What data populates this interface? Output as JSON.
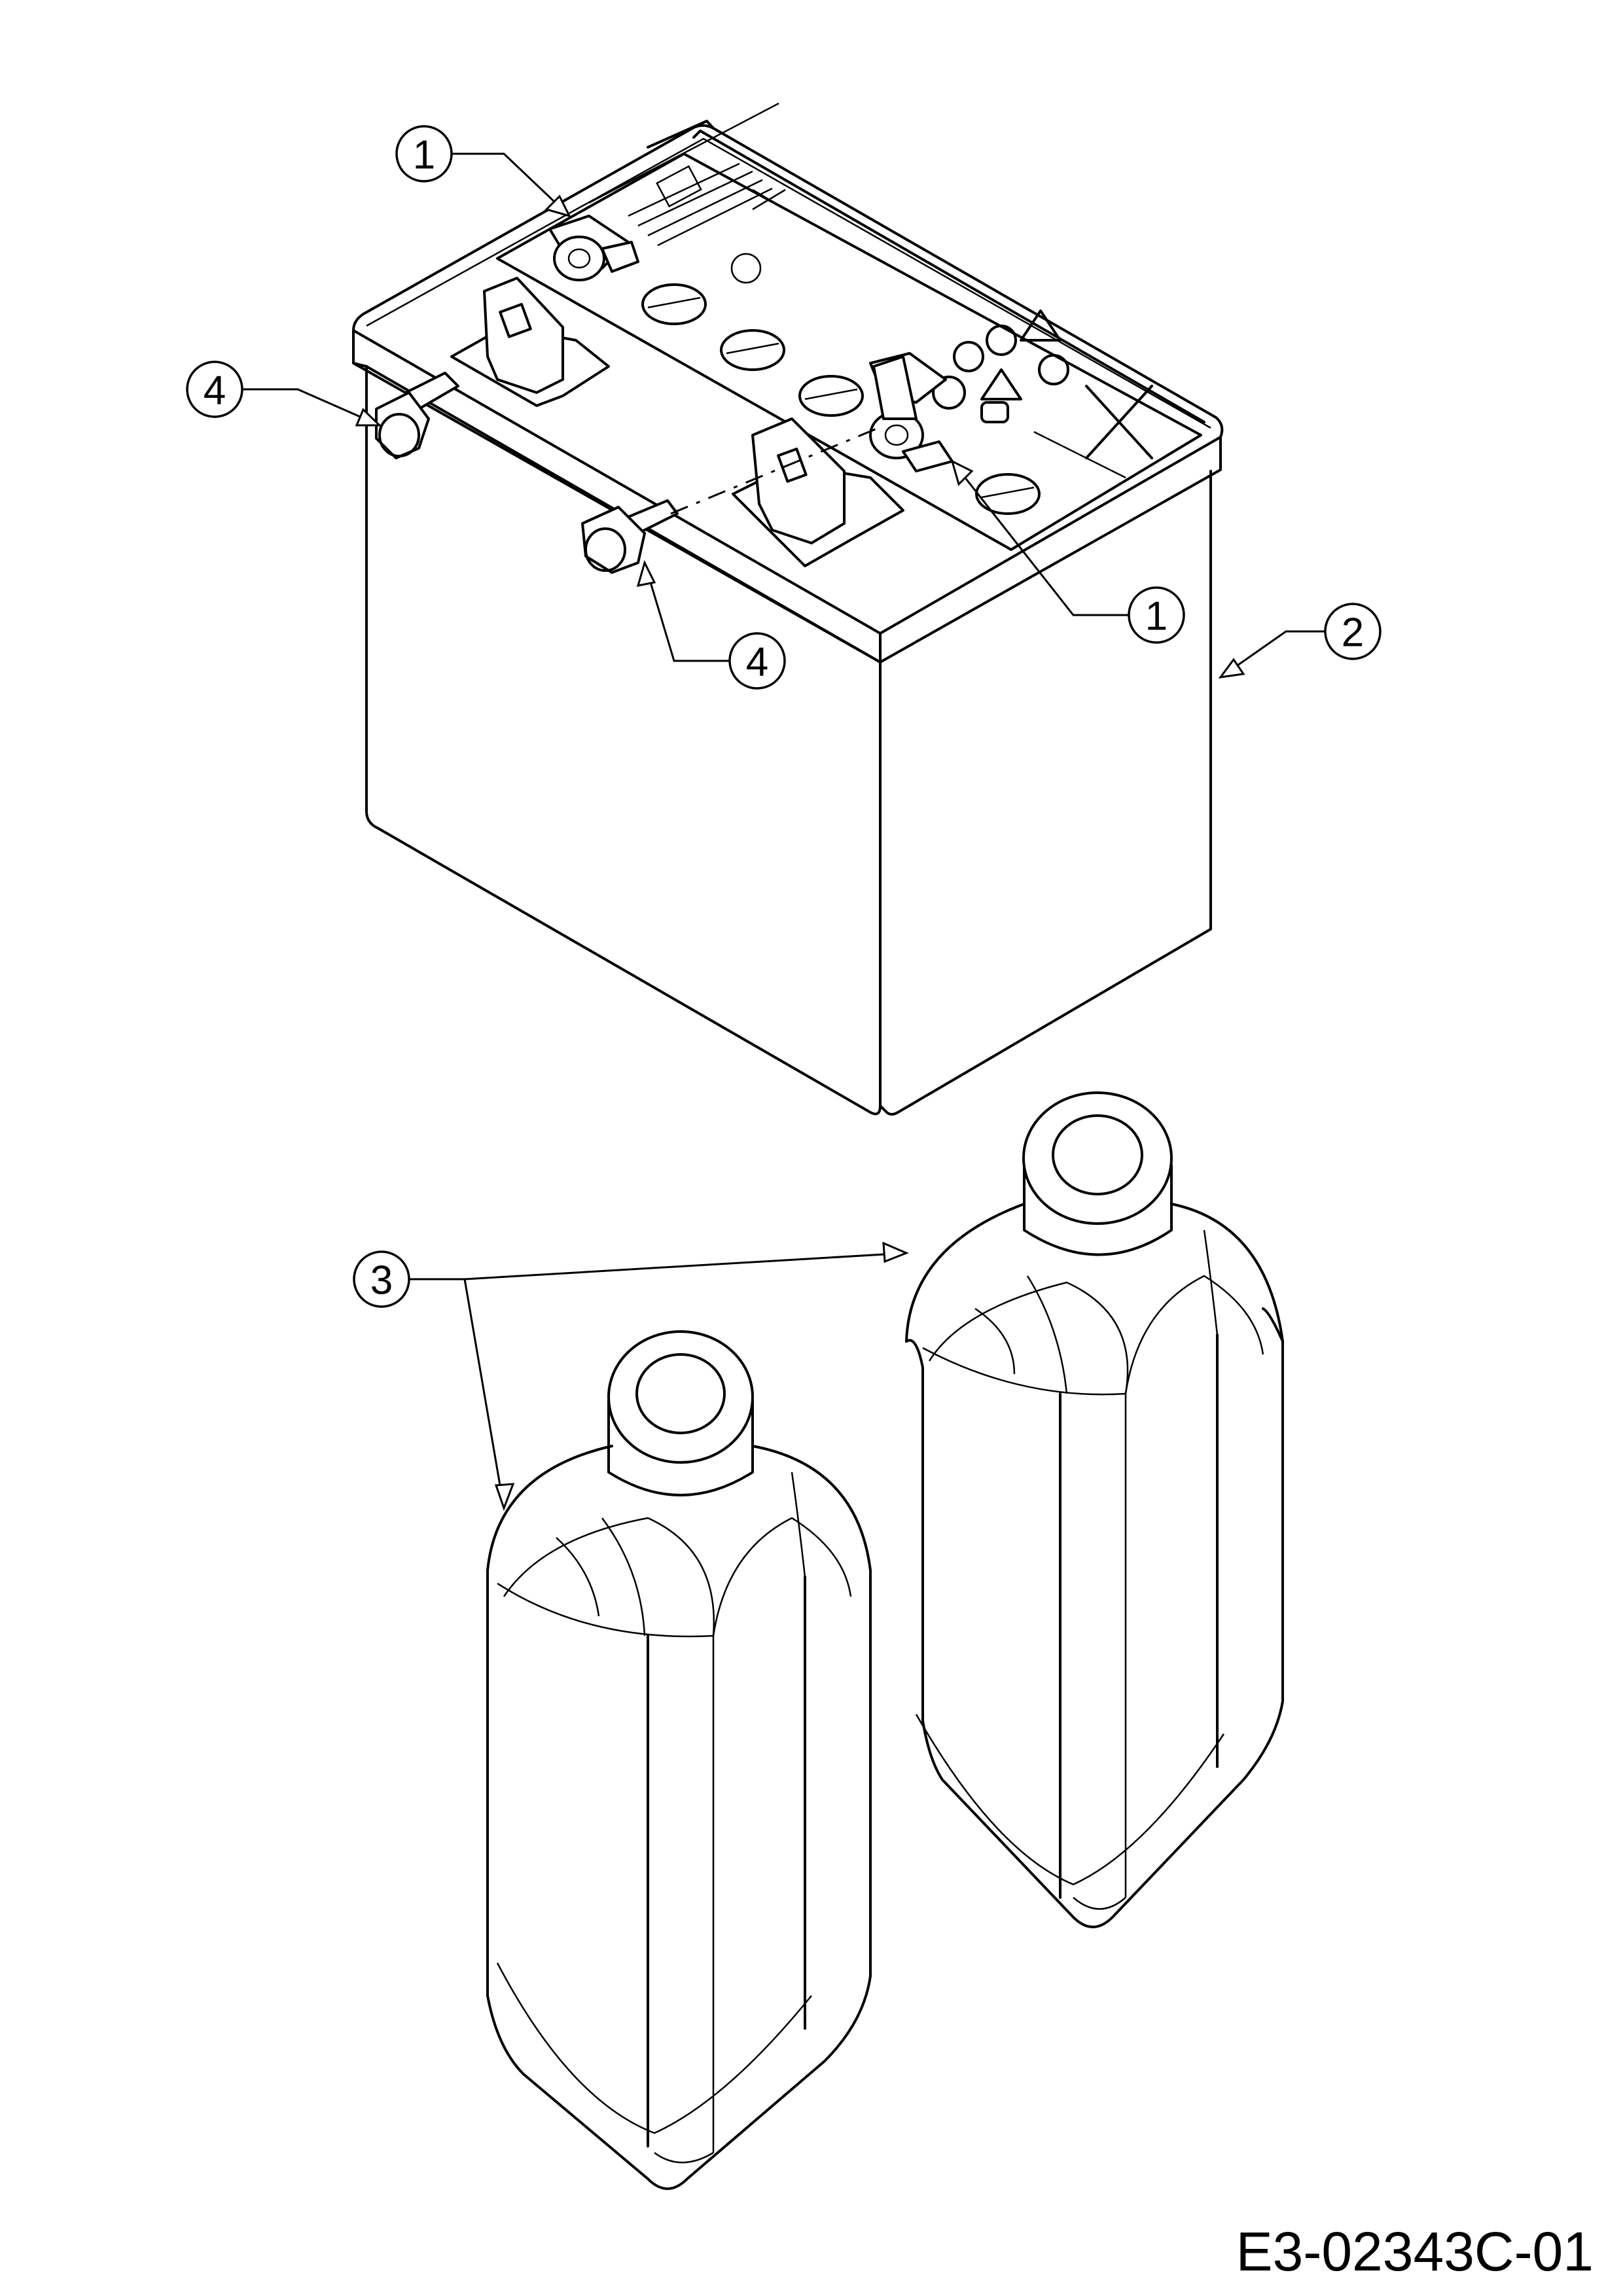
{
  "drawing_code": "E3-02343C-01",
  "callouts": [
    {
      "id": "callout-1-top",
      "label": "1"
    },
    {
      "id": "callout-1-right",
      "label": "1"
    },
    {
      "id": "callout-2",
      "label": "2"
    },
    {
      "id": "callout-3",
      "label": "3"
    },
    {
      "id": "callout-4-top",
      "label": "4"
    },
    {
      "id": "callout-4-bottom",
      "label": "4"
    }
  ],
  "parts": [
    "battery",
    "battery-vent-cap",
    "terminal-bolt",
    "acid-bottle"
  ]
}
